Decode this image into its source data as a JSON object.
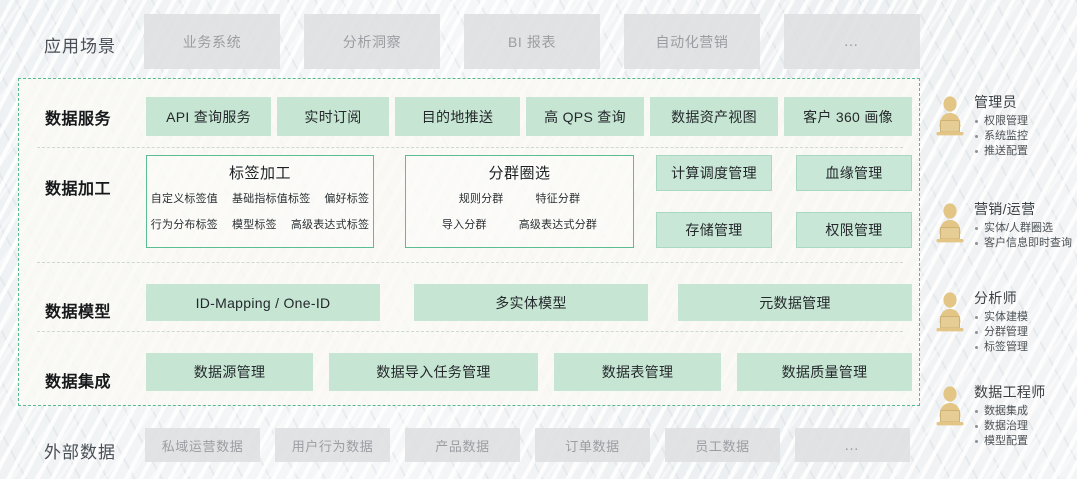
{
  "colors": {
    "accent_green": "#5cbd93",
    "chip_green": "#c6e6d3",
    "chip_grey": "#dedfe0",
    "persona_gold": "#e0c07e",
    "container_bg": "#faf9f4"
  },
  "rows": {
    "application_scenarios": {
      "label": "应用场景",
      "chips": [
        "业务系统",
        "分析洞察",
        "BI 报表",
        "自动化营销",
        "…"
      ]
    },
    "data_service": {
      "label": "数据服务",
      "chips": [
        "API 查询服务",
        "实时订阅",
        "目的地推送",
        "高 QPS 查询",
        "数据资产视图",
        "客户 360 画像"
      ]
    },
    "data_processing": {
      "label": "数据加工",
      "groups": [
        {
          "title": "标签加工",
          "row1": [
            "自定义标签值",
            "基础指标值标签",
            "偏好标签"
          ],
          "row2": [
            "行为分布标签",
            "模型标签",
            "高级表达式标签"
          ]
        },
        {
          "title": "分群圈选",
          "row1": [
            "规则分群",
            "特征分群"
          ],
          "row2": [
            "导入分群",
            "高级表达式分群"
          ]
        }
      ],
      "management_chips": [
        "计算调度管理",
        "血缘管理",
        "存储管理",
        "权限管理"
      ]
    },
    "data_model": {
      "label": "数据模型",
      "chips": [
        "ID-Mapping / One-ID",
        "多实体模型",
        "元数据管理"
      ]
    },
    "data_integration": {
      "label": "数据集成",
      "chips": [
        "数据源管理",
        "数据导入任务管理",
        "数据表管理",
        "数据质量管理"
      ]
    },
    "external_data": {
      "label": "外部数据",
      "chips": [
        "私域运营数据",
        "用户行为数据",
        "产品数据",
        "订单数据",
        "员工数据",
        "…"
      ]
    }
  },
  "personas": [
    {
      "icon": "person-at-laptop-icon",
      "title": "管理员",
      "bullets": [
        "权限管理",
        "系统监控",
        "推送配置"
      ]
    },
    {
      "icon": "person-at-laptop-icon",
      "title": "营销/运营",
      "bullets": [
        "实体/人群圈选",
        "客户信息即时查询"
      ]
    },
    {
      "icon": "person-at-laptop-icon",
      "title": "分析师",
      "bullets": [
        "实体建模",
        "分群管理",
        "标签管理"
      ]
    },
    {
      "icon": "person-at-laptop-icon",
      "title": "数据工程师",
      "bullets": [
        "数据集成",
        "数据治理",
        "模型配置"
      ]
    }
  ]
}
